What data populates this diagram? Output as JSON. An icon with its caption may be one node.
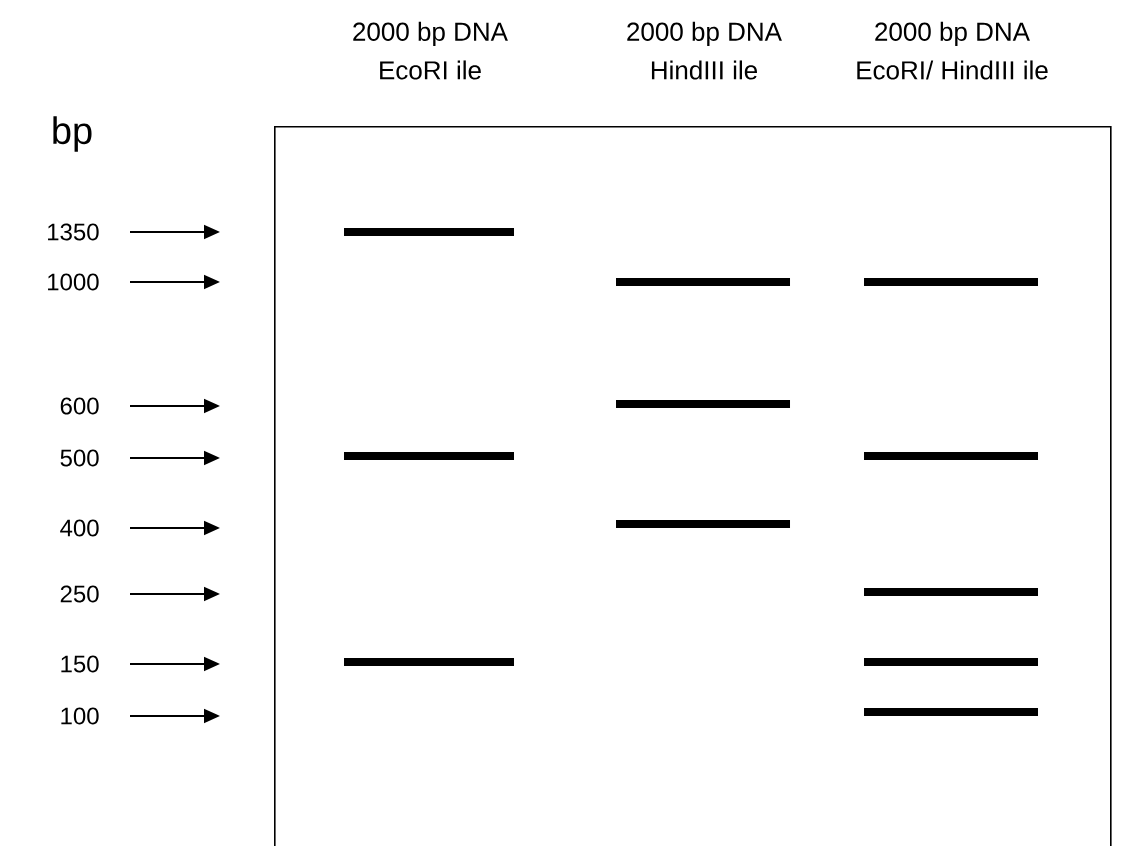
{
  "diagram": {
    "nodes": [
      {
        "text": [],
        "shape": "box"
      },
      {
        "text": [],
        "shape": "bar",
        "in": 0
      },
      {
        "text": [],
        "shape": "bar",
        "in": 0
      },
      {
        "text": [],
        "shape": "bar",
        "in": 0
      },
      {
        "text": [],
        "shape": "bar",
        "in": 0
      },
      {
        "text": [],
        "shape": "bar",
        "in": 0
      },
      {
        "text": [],
        "shape": "bar",
        "in": 0
      },
      {
        "text": [],
        "shape": "bar",
        "in": 0
      },
      {
        "text": [],
        "shape": "bar",
        "in": 0
      },
      {
        "text": [],
        "shape": "bar",
        "in": 0
      },
      {
        "text": [],
        "shape": "bar",
        "in": 0
      },
      {
        "text": [],
        "shape": "bar",
        "in": 0
      },
      {
        "text": [
          "1350"
        ]
      },
      {
        "text": [
          "1000"
        ]
      },
      {
        "text": [
          "600"
        ]
      },
      {
        "text": [
          "500"
        ]
      },
      {
        "text": [
          "400"
        ]
      },
      {
        "text": [
          "250"
        ]
      },
      {
        "text": [
          "150"
        ]
      },
      {
        "text": [
          "100"
        ]
      }
    ],
    "edges": [
      {
        "from": 12,
        "to": null,
        "arrow": "to"
      },
      {
        "from": 13,
        "to": null,
        "arrow": "to"
      },
      {
        "from": 14,
        "to": null,
        "arrow": "to"
      },
      {
        "from": 15,
        "to": null,
        "arrow": "to"
      },
      {
        "from": 16,
        "to": null,
        "arrow": "to"
      },
      {
        "from": 17,
        "to": null,
        "arrow": "to"
      },
      {
        "from": 18,
        "to": null,
        "arrow": "to"
      },
      {
        "from": 19,
        "to": null,
        "arrow": "to"
      }
    ],
    "labels": [
      "2000 bp DNA",
      "EcoRI ile",
      "2000 bp DNA",
      "HindIII ile",
      "2000 bp DNA",
      "EcoRI/ HindIII ile",
      "bp"
    ]
  }
}
